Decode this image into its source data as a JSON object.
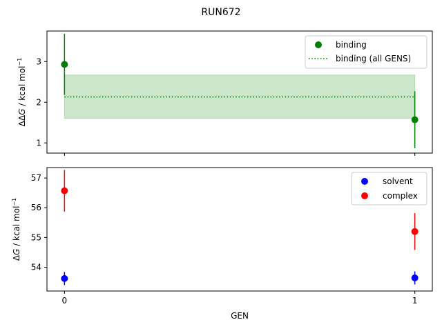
{
  "chart_data": {
    "title": "RUN672",
    "xlabel": "GEN",
    "x_ticks": [
      "0",
      "1"
    ],
    "xlim": [
      -0.05,
      1.05
    ],
    "panels": [
      {
        "type": "scatter",
        "ylabel_main": "ΔΔ",
        "ylabel_italic": "G",
        "ylabel_unit": " / kcal mol",
        "ylabel_sup": "−1",
        "ylim": [
          0.75,
          3.75
        ],
        "y_ticks": [
          1,
          2,
          3
        ],
        "legend_position": "upper-right",
        "series": [
          {
            "name": "binding",
            "color": "#008000",
            "x": [
              0,
              1
            ],
            "y": [
              2.93,
              1.57
            ],
            "yerr": [
              0.75,
              0.7
            ]
          }
        ],
        "reference": {
          "name": "binding (all GENS)",
          "color": "#008000",
          "x_range": [
            0,
            1
          ],
          "value": 2.13,
          "band": [
            1.6,
            2.67
          ]
        }
      },
      {
        "type": "scatter",
        "ylabel_main": "Δ",
        "ylabel_italic": "G",
        "ylabel_unit": " / kcal mol",
        "ylabel_sup": "−1",
        "ylim": [
          53.2,
          57.35
        ],
        "y_ticks": [
          54,
          55,
          56,
          57
        ],
        "legend_position": "upper-right",
        "series": [
          {
            "name": "solvent",
            "color": "#0000ff",
            "x": [
              0,
              1
            ],
            "y": [
              53.62,
              53.64
            ],
            "yerr": [
              0.22,
              0.22
            ]
          },
          {
            "name": "complex",
            "color": "#ff0000",
            "x": [
              0,
              1
            ],
            "y": [
              56.57,
              55.2
            ],
            "yerr": [
              0.7,
              0.62
            ]
          }
        ]
      }
    ]
  }
}
